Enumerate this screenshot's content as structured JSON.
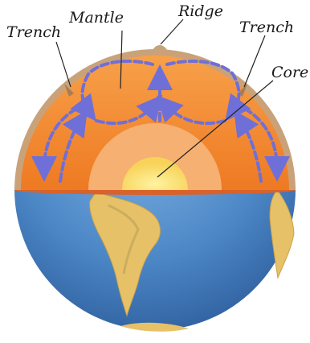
{
  "labels": {
    "trench_left": "Trench",
    "mantle": "Mantle",
    "ridge": "Ridge",
    "trench_right": "Trench",
    "core": "Core"
  },
  "colors": {
    "crust": "#c9a27a",
    "mantle_outer": "#f08a2c",
    "mantle_inner": "#f6b071",
    "core_glow": "#f9d57c",
    "core": "#fde26a",
    "ocean": "#4c87c6",
    "land": "#e8c56a",
    "arrows": "#6f6fd8"
  }
}
